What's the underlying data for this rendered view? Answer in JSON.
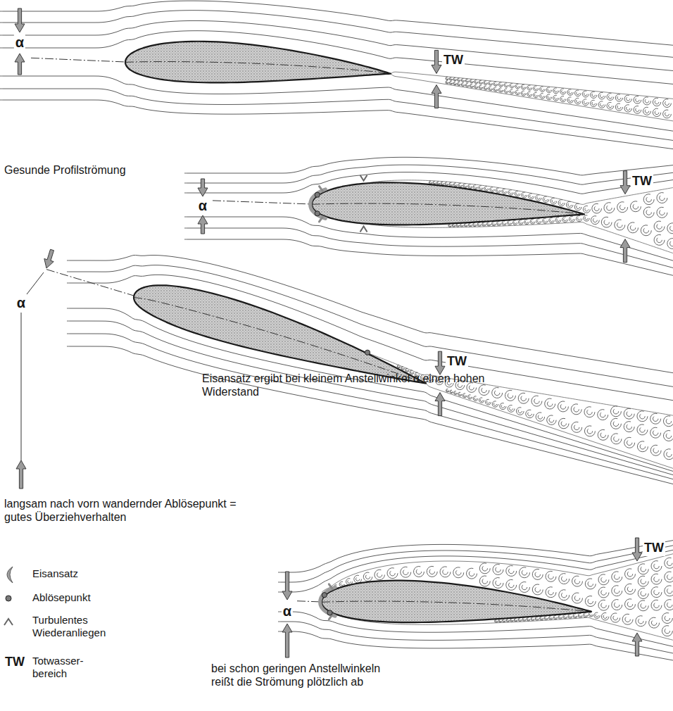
{
  "diagram": {
    "labels": [
      "α",
      "TW",
      "Gesunde Profilströmung",
      "α",
      "TW",
      "Eisansatz ergibt bei kleinem Anstellwinkel α einen hohen Widerstand",
      "α",
      "TW",
      "langsam nach vorn wandernder Ablösepunkt = gutes Überziehverhalten",
      "TW",
      "α",
      "TW",
      "bei schon geringen Anstellwinkeln reißt die Strömung plötzlich ab"
    ],
    "legend": [
      {
        "text": "Eisansatz"
      },
      {
        "text": "Ablösepunkt"
      },
      {
        "text": "Turbulentes Wiederanliegen"
      },
      {
        "text": "Totwasser- bereich"
      }
    ]
  }
}
